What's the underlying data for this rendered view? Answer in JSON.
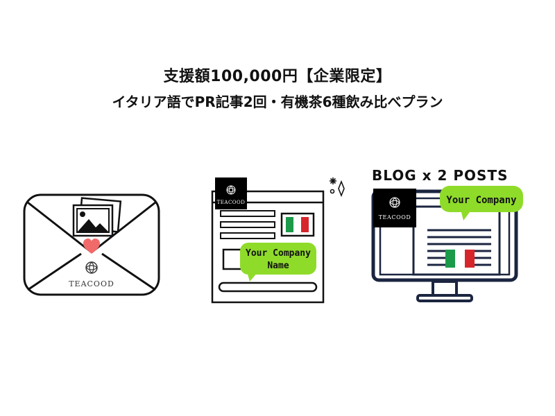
{
  "title": {
    "line1": "支援額100,000円【企業限定】",
    "line2": "イタリア語でPR記事2回・有機茶6種飲み比べプラン"
  },
  "envelope": {
    "brand": "TEACOOD",
    "icons": [
      "photo-icon",
      "heart-icon",
      "teacood-logo-icon"
    ]
  },
  "webpage": {
    "logo_text": "TEACOOD",
    "bubble_line1": "Your Company",
    "bubble_line2": "Name",
    "icons": [
      "italy-flag-icon",
      "sparkle-icon"
    ]
  },
  "blog": {
    "heading": "BLOG x 2 POSTS",
    "logo_text": "TEACOOD",
    "bubble": "Your Company",
    "icons": [
      "monitor-icon",
      "italy-flag-icon"
    ]
  },
  "colors": {
    "ink": "#1b2540",
    "bubble_green": "#8fdb2a",
    "heart": "#f06a6a",
    "flag_green": "#1b9a4a",
    "flag_red": "#d6262b",
    "logo_bg": "#000000"
  }
}
